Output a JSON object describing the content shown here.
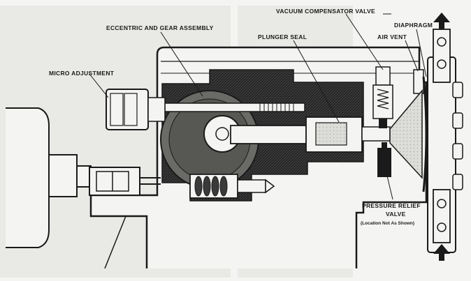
{
  "diagram": {
    "labels": {
      "eccentric_gear": "ECCENTRIC AND GEAR ASSEMBLY",
      "vacuum_valve": "VACUUM COMPENSATOR VALVE",
      "diaphragm": "DIAPHRAGM",
      "air_vent": "AIR VENT",
      "plunger_seal": "PLUNGER SEAL",
      "micro_adjustment": "MICRO ADJUSTMENT",
      "pressure_relief_line1": "PRESSURE RELIEF",
      "pressure_relief_line2": "VALVE",
      "pressure_relief_note": "(Location Not As Shown)"
    },
    "colors": {
      "ink": "#1a1a1a",
      "paper": "#f4f4f2",
      "shade": "#3a3a3a"
    }
  }
}
